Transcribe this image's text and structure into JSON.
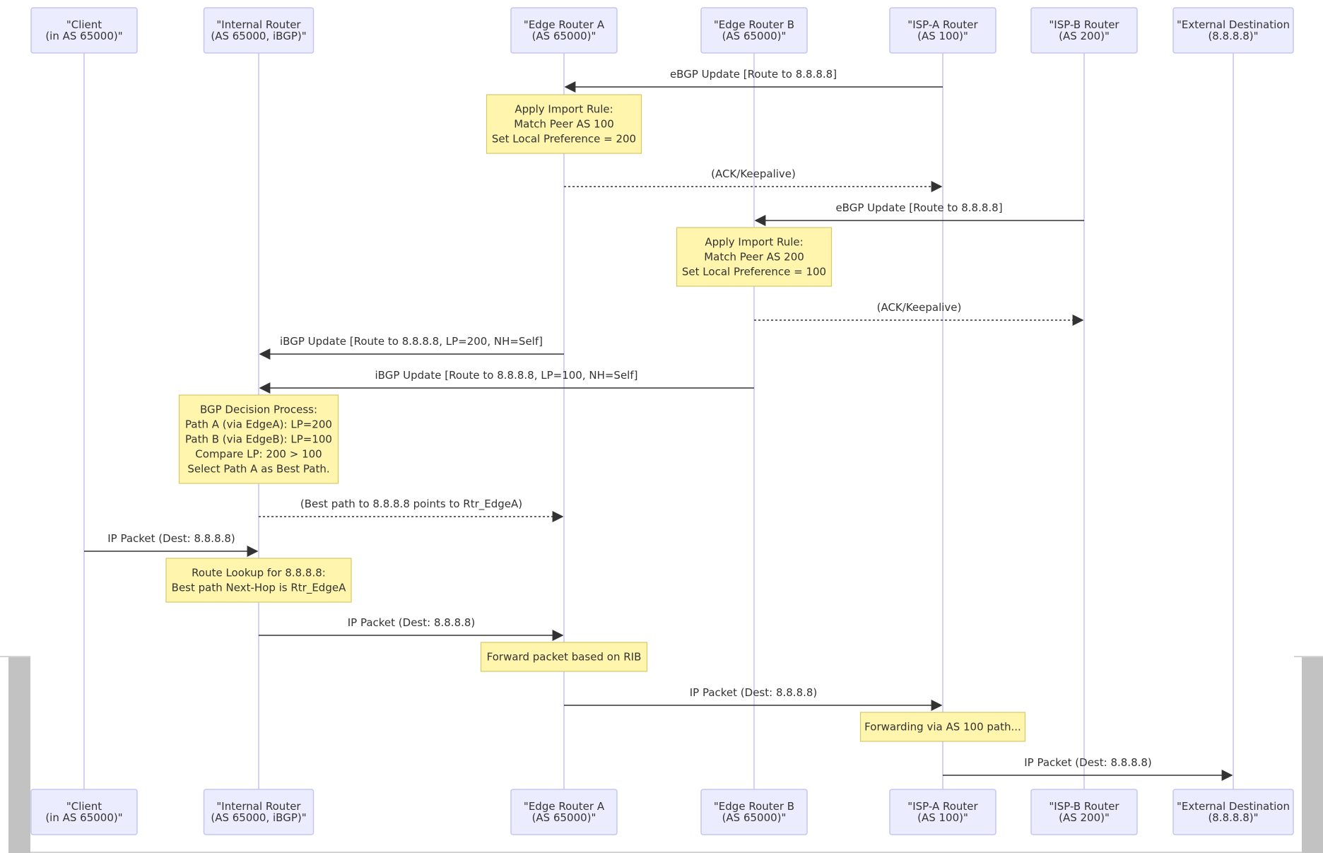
{
  "colors": {
    "actor_fill": "#ECECFF",
    "actor_border": "#C5C5F0",
    "lifeline": "#D4D2F5",
    "note_fill": "#FFF5AD",
    "note_border": "#D6C96A",
    "message_line": "#333333",
    "text": "#333333"
  },
  "participants": [
    {
      "id": "Client",
      "lines": [
        "\"Client",
        "(in AS 65000)\""
      ]
    },
    {
      "id": "Rtr_Internal",
      "lines": [
        "\"Internal Router",
        "(AS 65000, iBGP)\""
      ]
    },
    {
      "id": "Rtr_EdgeA",
      "lines": [
        "\"Edge Router A",
        "(AS 65000)\""
      ]
    },
    {
      "id": "Rtr_EdgeB",
      "lines": [
        "\"Edge Router B",
        "(AS 65000)\""
      ]
    },
    {
      "id": "ISP_A",
      "lines": [
        "\"ISP-A Router",
        "(AS 100)\""
      ]
    },
    {
      "id": "ISP_B",
      "lines": [
        "\"ISP-B Router",
        "(AS 200)\""
      ]
    },
    {
      "id": "Dest",
      "lines": [
        "\"External Destination",
        "(8.8.8.8)\""
      ]
    }
  ],
  "sequence": [
    {
      "kind": "message",
      "from": 4,
      "to": 2,
      "style": "solid",
      "label": "eBGP Update [Route to 8.8.8.8]"
    },
    {
      "kind": "note",
      "over": 2,
      "lines": [
        "Apply Import Rule:",
        "Match Peer AS 100",
        "Set Local Preference = 200"
      ]
    },
    {
      "kind": "message",
      "from": 2,
      "to": 4,
      "style": "dotted",
      "label": "(ACK/Keepalive)"
    },
    {
      "kind": "message",
      "from": 5,
      "to": 3,
      "style": "solid",
      "label": "eBGP Update [Route to 8.8.8.8]"
    },
    {
      "kind": "note",
      "over": 3,
      "lines": [
        "Apply Import Rule:",
        "Match Peer AS 200",
        "Set Local Preference = 100"
      ]
    },
    {
      "kind": "message",
      "from": 3,
      "to": 5,
      "style": "dotted",
      "label": "(ACK/Keepalive)"
    },
    {
      "kind": "message",
      "from": 2,
      "to": 1,
      "style": "solid",
      "label": "iBGP Update [Route to 8.8.8.8, LP=200, NH=Self]"
    },
    {
      "kind": "message",
      "from": 3,
      "to": 1,
      "style": "solid",
      "label": "iBGP Update [Route to 8.8.8.8, LP=100, NH=Self]"
    },
    {
      "kind": "note",
      "over": 1,
      "lines": [
        "BGP Decision Process:",
        "Path A (via EdgeA): LP=200",
        "Path B (via EdgeB): LP=100",
        "Compare LP: 200 > 100",
        "Select Path A as Best Path."
      ]
    },
    {
      "kind": "message",
      "from": 1,
      "to": 2,
      "style": "dotted",
      "label": "(Best path to 8.8.8.8 points to Rtr_EdgeA)"
    },
    {
      "kind": "message",
      "from": 0,
      "to": 1,
      "style": "solid",
      "label": "IP Packet (Dest: 8.8.8.8)"
    },
    {
      "kind": "note",
      "over": 1,
      "lines": [
        "Route Lookup for 8.8.8.8:",
        "Best path Next-Hop is Rtr_EdgeA"
      ]
    },
    {
      "kind": "message",
      "from": 1,
      "to": 2,
      "style": "solid",
      "label": "IP Packet (Dest: 8.8.8.8)"
    },
    {
      "kind": "note",
      "over": 2,
      "lines": [
        "Forward packet based on RIB"
      ]
    },
    {
      "kind": "message",
      "from": 2,
      "to": 4,
      "style": "solid",
      "label": "IP Packet (Dest: 8.8.8.8)"
    },
    {
      "kind": "note",
      "over": 4,
      "lines": [
        "Forwarding via AS 100 path..."
      ]
    },
    {
      "kind": "message",
      "from": 4,
      "to": 6,
      "style": "solid",
      "label": "IP Packet (Dest: 8.8.8.8)"
    }
  ]
}
